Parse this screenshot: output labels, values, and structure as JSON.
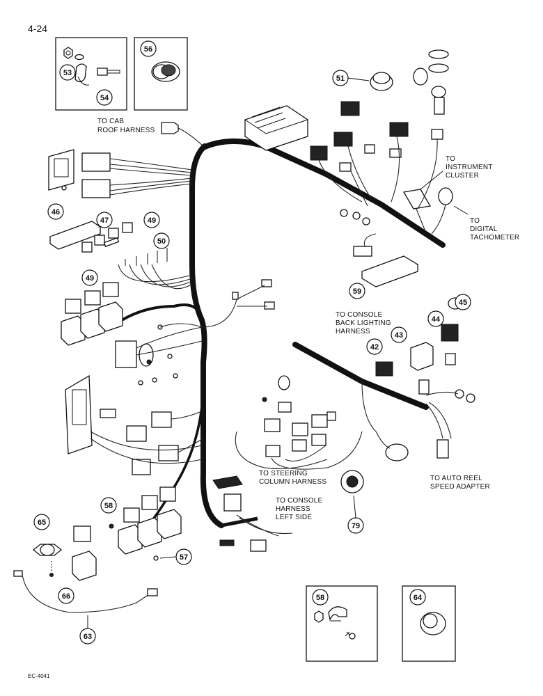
{
  "page_number": "4-24",
  "footer_code": "EC-4041",
  "labels": {
    "to_cab_roof": [
      "TO CAB",
      "ROOF HARNESS"
    ],
    "to_instrument": [
      "TO",
      "INSTRUMENT",
      "CLUSTER"
    ],
    "to_tachometer": [
      "TO",
      "DIGITAL",
      "TACHOMETER"
    ],
    "to_console_back": [
      "TO CONSOLE",
      "BACK LIGHTING",
      "HARNESS"
    ],
    "to_steering": [
      "TO STEERING",
      "COLUMN HARNESS"
    ],
    "to_console_left": [
      "TO CONSOLE",
      "HARNESS",
      "LEFT SIDE"
    ],
    "to_auto_reel": [
      "TO AUTO REEL",
      "SPEED ADAPTER"
    ]
  },
  "callouts": {
    "c53": "53",
    "c54": "54",
    "c56": "56",
    "c51": "51",
    "c46": "46",
    "c47": "47",
    "c49a": "49",
    "c49b": "49",
    "c50": "50",
    "c59": "59",
    "c44": "44",
    "c45": "45",
    "c43": "43",
    "c42": "42",
    "c58a": "58",
    "c57": "57",
    "c65": "65",
    "c66": "66",
    "c63": "63",
    "c79": "79",
    "c58b": "58",
    "c64": "64"
  }
}
